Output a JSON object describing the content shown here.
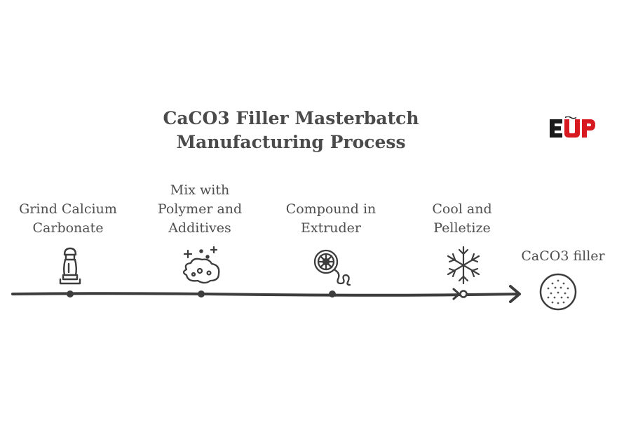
{
  "title": {
    "line1": "CaCO3 Filler Masterbatch",
    "line2": "Manufacturing Process"
  },
  "logo": {
    "text": "EUP",
    "colors": {
      "dark": "#1a1a1a",
      "red": "#d71920"
    }
  },
  "steps": [
    {
      "label_lines": [
        "Grind Calcium",
        "Carbonate"
      ],
      "icon": "grinder-icon"
    },
    {
      "label_lines": [
        "Mix with",
        "Polymer and",
        "Additives"
      ],
      "icon": "mixing-icon"
    },
    {
      "label_lines": [
        "Compound in",
        "Extruder"
      ],
      "icon": "extruder-coil-icon"
    },
    {
      "label_lines": [
        "Cool and",
        "Pelletize"
      ],
      "icon": "snowflake-icon"
    }
  ],
  "result": {
    "label": "CaCO3 filler",
    "icon": "pellet-icon"
  },
  "colors": {
    "line": "#3d3d3d",
    "text": "#4f4f4f",
    "title": "#4a4a4a"
  }
}
